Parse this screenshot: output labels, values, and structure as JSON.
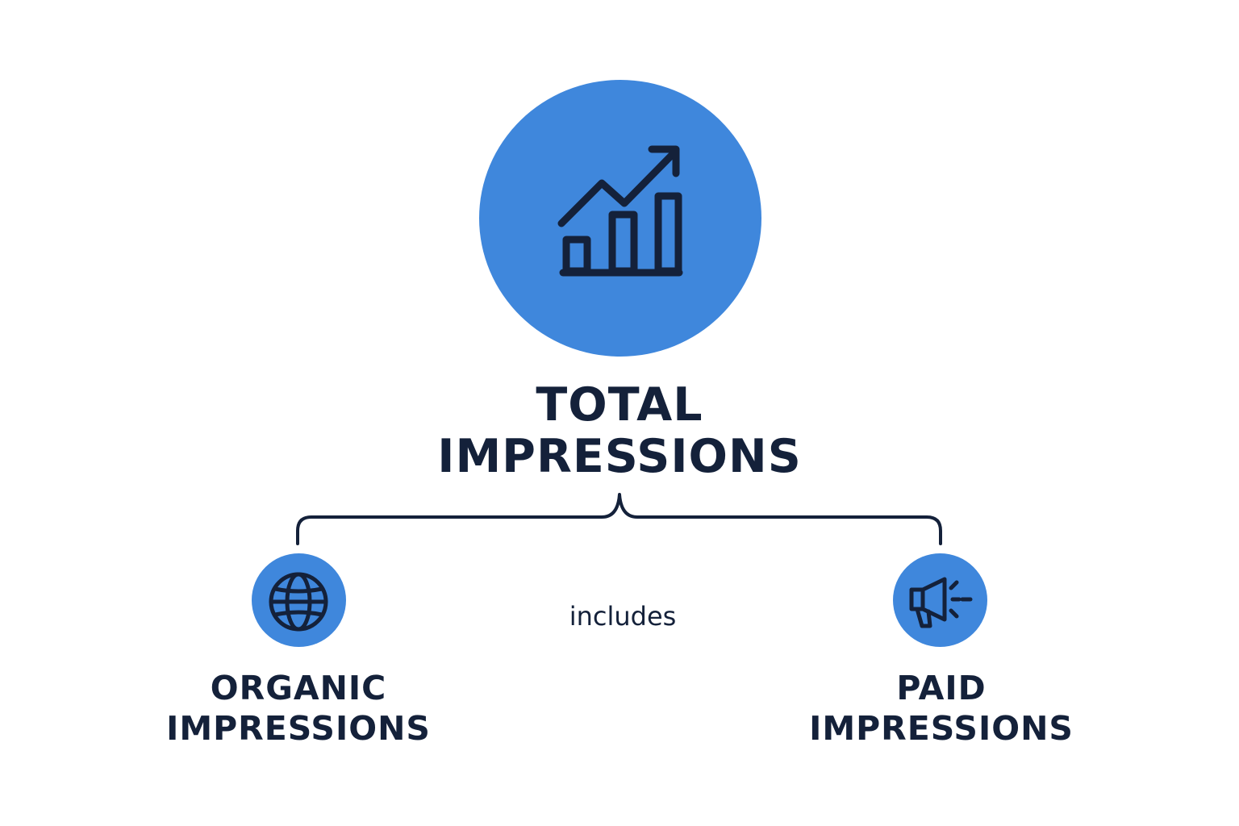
{
  "diagram": {
    "top_node": {
      "icon": "bar-chart-trending-up-icon",
      "title_line1": "TOTAL",
      "title_line2": "IMPRESSIONS"
    },
    "connector_label": "includes",
    "left_node": {
      "icon": "globe-icon",
      "title_line1": "ORGANIC",
      "title_line2": "IMPRESSIONS"
    },
    "right_node": {
      "icon": "megaphone-icon",
      "title_line1": "PAID",
      "title_line2": "IMPRESSIONS"
    }
  },
  "colors": {
    "accent": "#3f87dc",
    "text": "#14213a",
    "background": "#ffffff"
  }
}
